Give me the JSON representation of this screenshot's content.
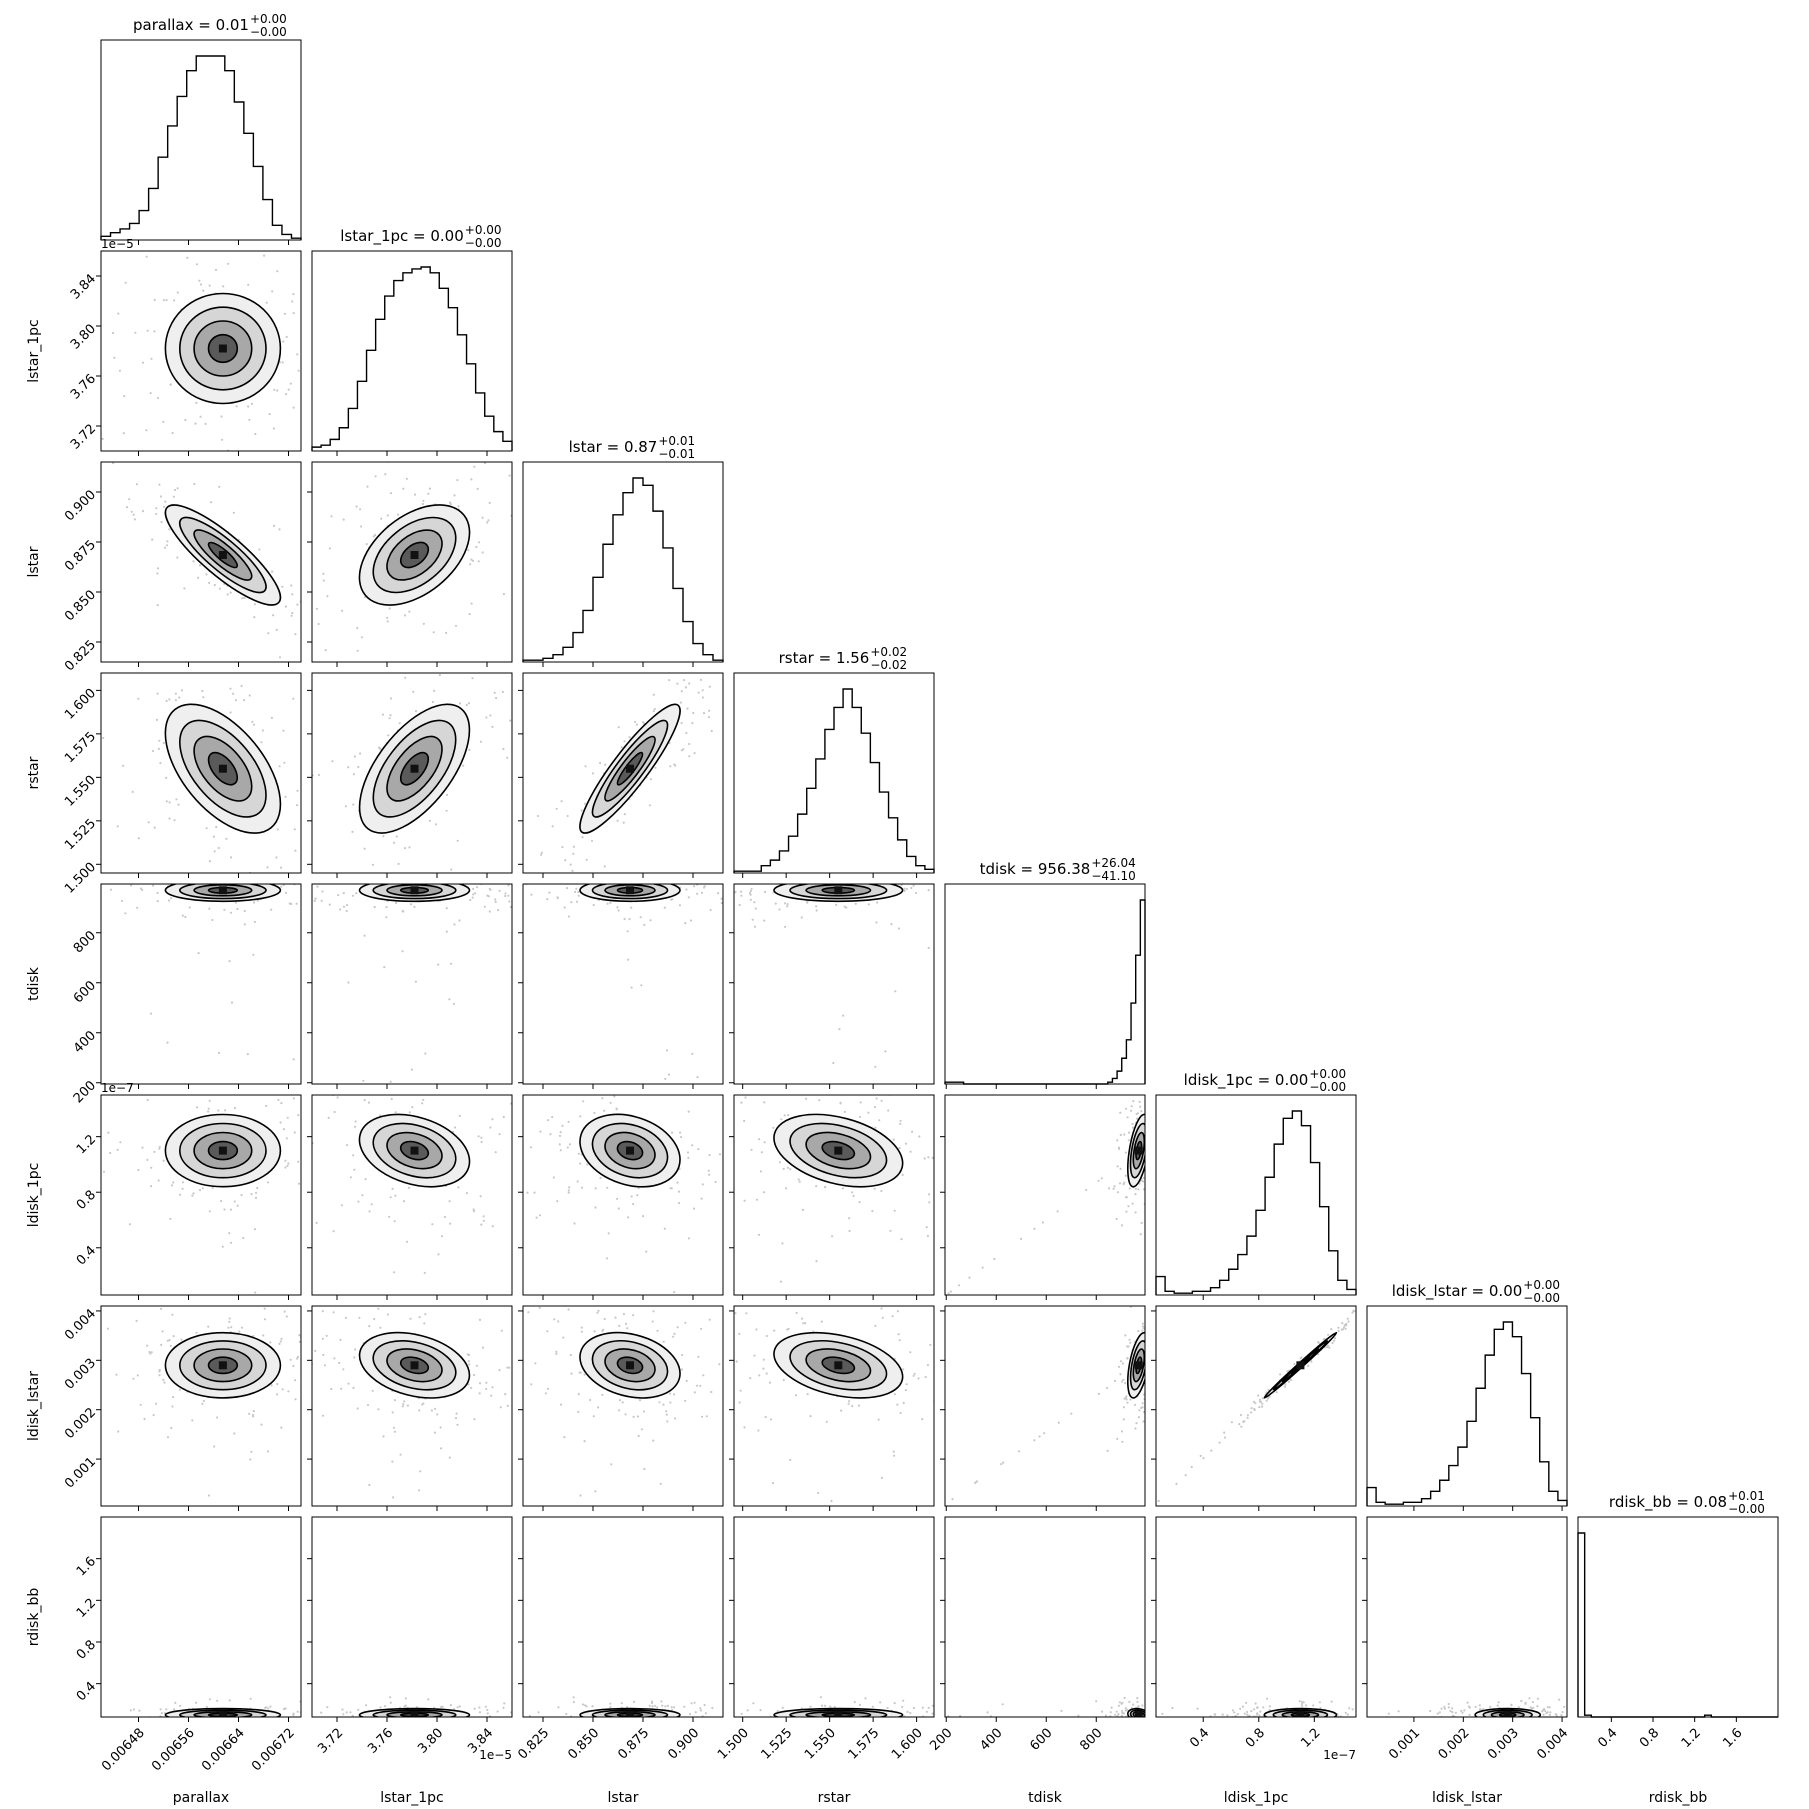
{
  "chart_data": {
    "type": "corner",
    "parameters": [
      "parallax",
      "lstar_1pc",
      "lstar",
      "rstar",
      "tdisk",
      "ldisk_1pc",
      "ldisk_lstar",
      "rdisk_bb"
    ],
    "titles": [
      {
        "main": "parallax = 0.01",
        "sup": "+0.00",
        "sub": "−0.00"
      },
      {
        "main": "lstar_1pc = 0.00",
        "sup": "+0.00",
        "sub": "−0.00"
      },
      {
        "main": "lstar = 0.87",
        "sup": "+0.01",
        "sub": "−0.01"
      },
      {
        "main": "rstar = 1.56",
        "sup": "+0.02",
        "sub": "−0.02"
      },
      {
        "main": "tdisk = 956.38",
        "sup": "+26.04",
        "sub": "−41.10"
      },
      {
        "main": "ldisk_1pc = 0.00",
        "sup": "+0.00",
        "sub": "−0.00"
      },
      {
        "main": "ldisk_lstar = 0.00",
        "sup": "+0.00",
        "sub": "−0.00"
      },
      {
        "main": "rdisk_bb = 0.08",
        "sup": "+0.01",
        "sub": "−0.00"
      }
    ],
    "axes": [
      {
        "range": [
          0.00642,
          0.00674
        ],
        "ticks": [
          0.00648,
          0.00656,
          0.00664,
          0.00672
        ],
        "tick_labels": [
          "0.00648",
          "0.00656",
          "0.00664",
          "0.00672"
        ],
        "offset": ""
      },
      {
        "range": [
          3.7,
          3.86
        ],
        "ticks": [
          3.72,
          3.76,
          3.8,
          3.84
        ],
        "tick_labels": [
          "3.72",
          "3.76",
          "3.80",
          "3.84"
        ],
        "offset": "1e−5"
      },
      {
        "range": [
          0.815,
          0.915
        ],
        "ticks": [
          0.825,
          0.85,
          0.875,
          0.9
        ],
        "tick_labels": [
          "0.825",
          "0.850",
          "0.875",
          "0.900"
        ],
        "offset": ""
      },
      {
        "range": [
          1.495,
          1.61
        ],
        "ticks": [
          1.5,
          1.525,
          1.55,
          1.575,
          1.6
        ],
        "tick_labels": [
          "1.500",
          "1.525",
          "1.550",
          "1.575",
          "1.600"
        ],
        "offset": ""
      },
      {
        "range": [
          195,
          995
        ],
        "ticks": [
          200,
          400,
          600,
          800
        ],
        "tick_labels": [
          "200",
          "400",
          "600",
          "800"
        ],
        "offset": ""
      },
      {
        "range": [
          0.06,
          1.5
        ],
        "ticks": [
          0.4,
          0.8,
          1.2
        ],
        "tick_labels": [
          "0.4",
          "0.8",
          "1.2"
        ],
        "offset": "1e−7"
      },
      {
        "range": [
          5e-05,
          0.0041
        ],
        "ticks": [
          0.001,
          0.002,
          0.003,
          0.004
        ],
        "tick_labels": [
          "0.001",
          "0.002",
          "0.003",
          "0.004"
        ],
        "offset": ""
      },
      {
        "range": [
          0.08,
          2.0
        ],
        "ticks": [
          0.4,
          0.8,
          1.2,
          1.6
        ],
        "tick_labels": [
          "0.4",
          "0.8",
          "1.2",
          "1.6"
        ],
        "offset": ""
      }
    ],
    "histograms": [
      [
        2,
        4,
        6,
        9,
        16,
        28,
        45,
        62,
        78,
        92,
        100,
        100,
        100,
        92,
        75,
        58,
        40,
        22,
        8,
        3,
        1
      ],
      [
        2,
        3,
        6,
        12,
        22,
        36,
        52,
        68,
        80,
        88,
        92,
        94,
        95,
        92,
        84,
        74,
        60,
        45,
        30,
        18,
        10,
        5
      ],
      [
        1,
        1,
        2,
        4,
        8,
        16,
        28,
        46,
        64,
        80,
        92,
        100,
        96,
        82,
        62,
        40,
        22,
        10,
        4,
        1
      ],
      [
        1,
        1,
        1,
        4,
        7,
        12,
        20,
        32,
        46,
        62,
        78,
        90,
        100,
        90,
        76,
        60,
        44,
        30,
        18,
        9,
        4,
        2
      ],
      [
        1,
        1,
        1,
        1,
        0,
        0,
        0,
        0,
        0,
        0,
        0,
        0,
        0,
        0,
        0,
        0,
        0,
        0,
        0,
        0,
        0,
        0,
        0,
        0,
        0,
        0,
        0,
        0,
        0,
        0,
        0,
        0,
        0,
        0,
        0,
        1,
        3,
        7,
        14,
        24,
        44,
        70,
        100
      ],
      [
        10,
        2,
        1,
        1,
        2,
        2,
        4,
        8,
        14,
        22,
        32,
        46,
        64,
        82,
        96,
        100,
        92,
        72,
        48,
        24,
        8,
        3
      ],
      [
        10,
        2,
        1,
        1,
        2,
        2,
        4,
        8,
        14,
        22,
        32,
        46,
        64,
        82,
        96,
        100,
        92,
        72,
        48,
        24,
        8,
        3
      ],
      [
        100,
        1,
        0,
        0,
        0,
        0,
        0,
        0,
        0,
        0,
        0,
        0,
        0,
        0,
        0,
        0,
        0,
        0,
        0,
        1,
        0,
        0,
        0,
        0,
        0,
        0,
        0,
        0,
        0,
        0
      ]
    ],
    "distributions": [
      {
        "mean": 0.006615,
        "sd": 4.6e-05,
        "tail_low": null
      },
      {
        "mean": 3.782,
        "sd": 0.022,
        "tail_low": null
      },
      {
        "mean": 0.8685,
        "sd": 0.0125,
        "tail_low": null
      },
      {
        "mean": 1.555,
        "sd": 0.0185,
        "tail_low": null
      },
      {
        "mean": 970,
        "sd": 22,
        "tail_low": 200
      },
      {
        "mean": 1.1,
        "sd": 0.13,
        "tail_low": 0.06
      },
      {
        "mean": 0.0029,
        "sd": 0.00033,
        "tail_low": 0.0001
      },
      {
        "mean": 0.1,
        "sd": 0.03,
        "tail_low": null
      }
    ],
    "correlations": [
      [
        1,
        0,
        -0.85,
        -0.55,
        0,
        0,
        0,
        0
      ],
      [
        0,
        1,
        0.45,
        0.6,
        0,
        -0.3,
        -0.3,
        0
      ],
      [
        -0.85,
        0.45,
        1,
        0.9,
        0,
        -0.25,
        -0.25,
        0
      ],
      [
        -0.55,
        0.6,
        0.9,
        1,
        0,
        -0.35,
        -0.35,
        0
      ],
      [
        0,
        0,
        0,
        0,
        1,
        0.5,
        0.5,
        -0.2
      ],
      [
        0,
        -0.3,
        -0.25,
        -0.35,
        0.5,
        1,
        0.995,
        0
      ],
      [
        0,
        -0.3,
        -0.25,
        -0.35,
        0.5,
        0.995,
        1,
        0
      ],
      [
        0,
        0,
        0,
        0,
        -0.2,
        0,
        0,
        1
      ]
    ],
    "contour_levels_sigma": [
      0.5,
      1.0,
      1.5,
      2.0
    ],
    "grid": false,
    "legend": "none"
  }
}
